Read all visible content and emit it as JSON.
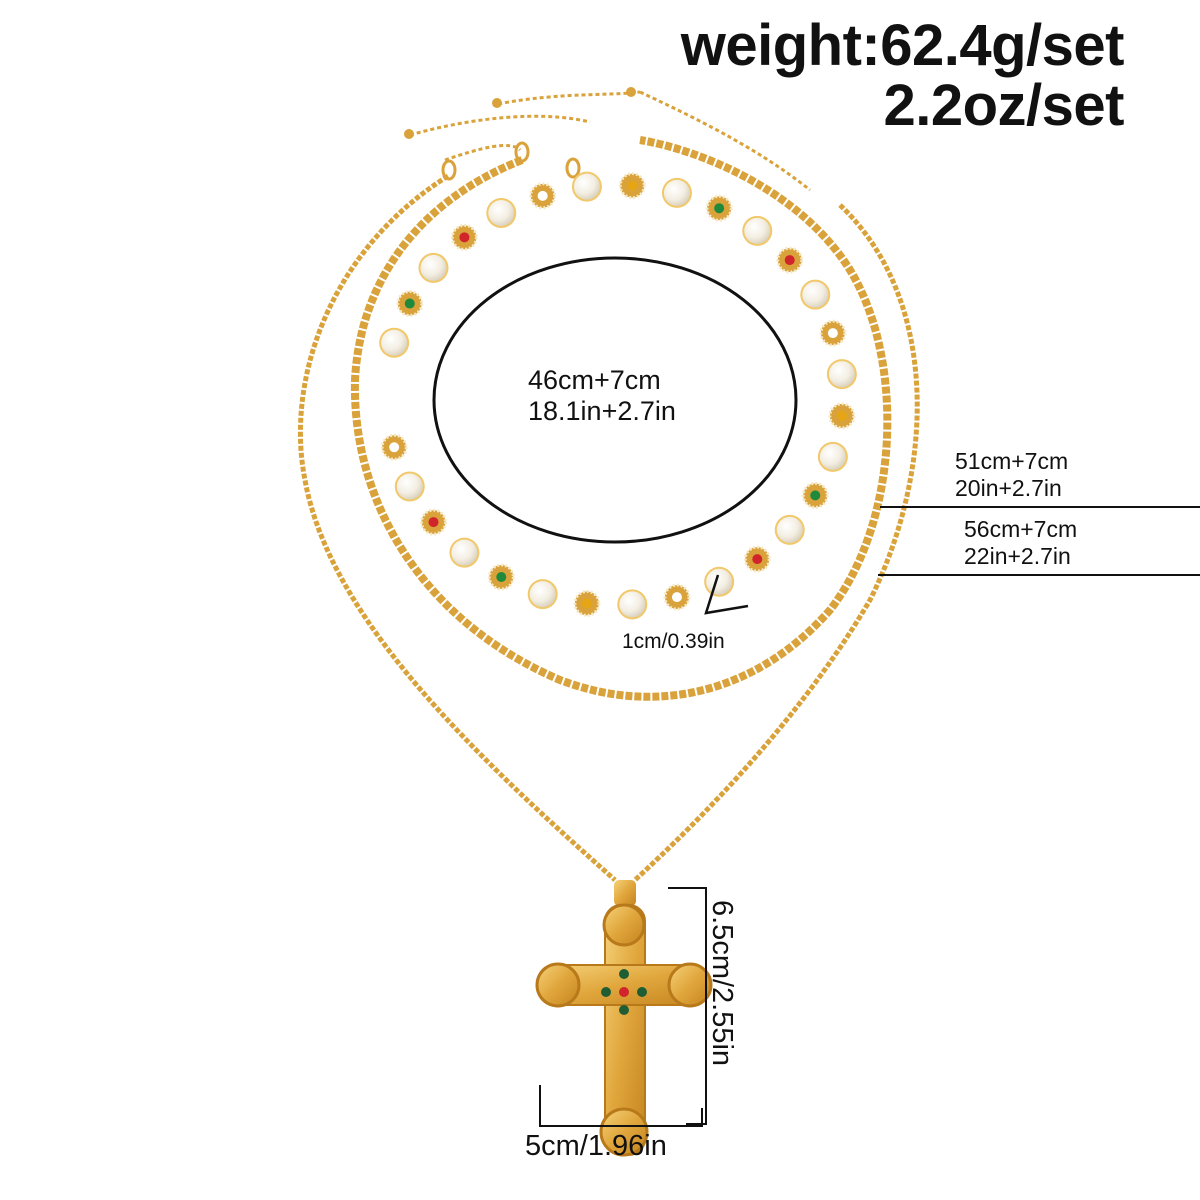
{
  "product": {
    "weight_metric": "weight:62.4g/set",
    "weight_imperial": "2.2oz/set"
  },
  "necklaces": {
    "choker": {
      "length_cm": "46cm+7cm",
      "length_in": "18.1in+2.7in",
      "bead_size": "1cm/0.39in"
    },
    "middle_chain": {
      "length_cm": "51cm+7cm",
      "length_in": "20in+2.7in"
    },
    "pendant_chain": {
      "length_cm": "56cm+7cm",
      "length_in": "22in+2.7in"
    }
  },
  "pendant": {
    "height": "6.5cm/2.55in",
    "width": "5cm/1.96in"
  },
  "colors": {
    "gold": "#d9a23a",
    "gold_light": "#f1c86a",
    "pearl": "#f6f1e6",
    "gem_red": "#d0252b",
    "gem_green": "#1f8a3c",
    "gem_yellow": "#e6a514",
    "line": "#111111"
  }
}
